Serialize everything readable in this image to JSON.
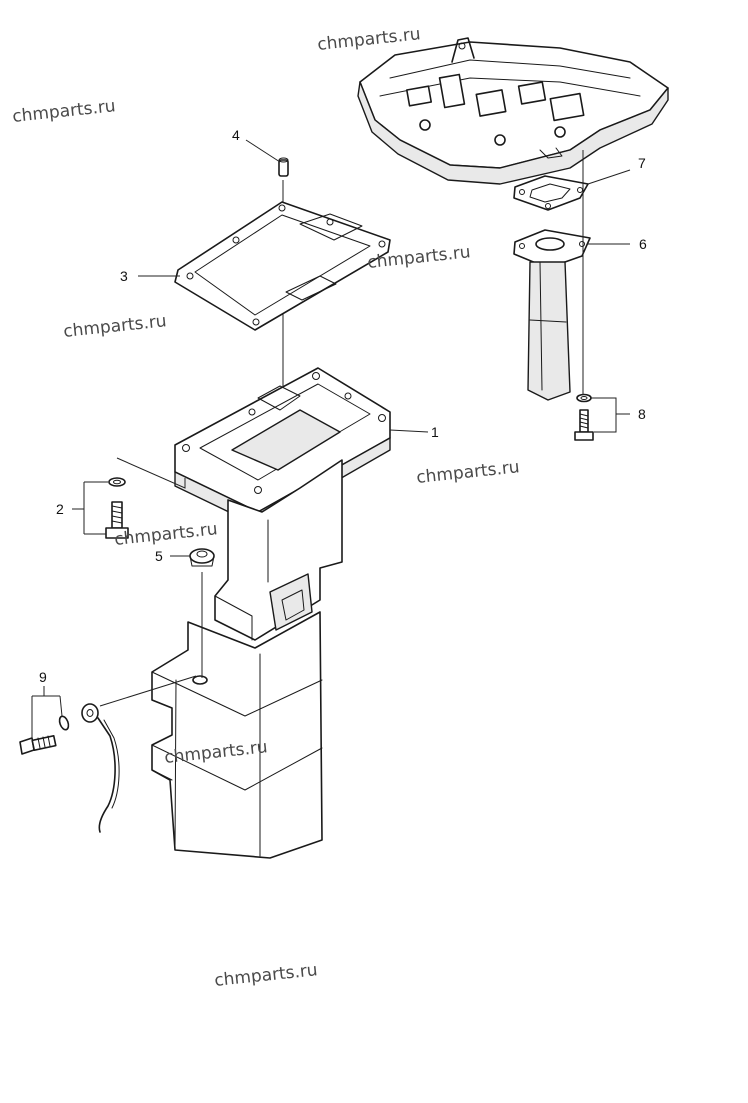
{
  "watermark": "chmparts.ru",
  "callouts": {
    "c1": "1",
    "c2": "2",
    "c3": "3",
    "c4": "4",
    "c5": "5",
    "c6": "6",
    "c7": "7",
    "c8": "8",
    "c9": "9"
  },
  "colors": {
    "line": "#1a1a1a",
    "watermark": "#4a4a4a",
    "background": "#ffffff"
  }
}
